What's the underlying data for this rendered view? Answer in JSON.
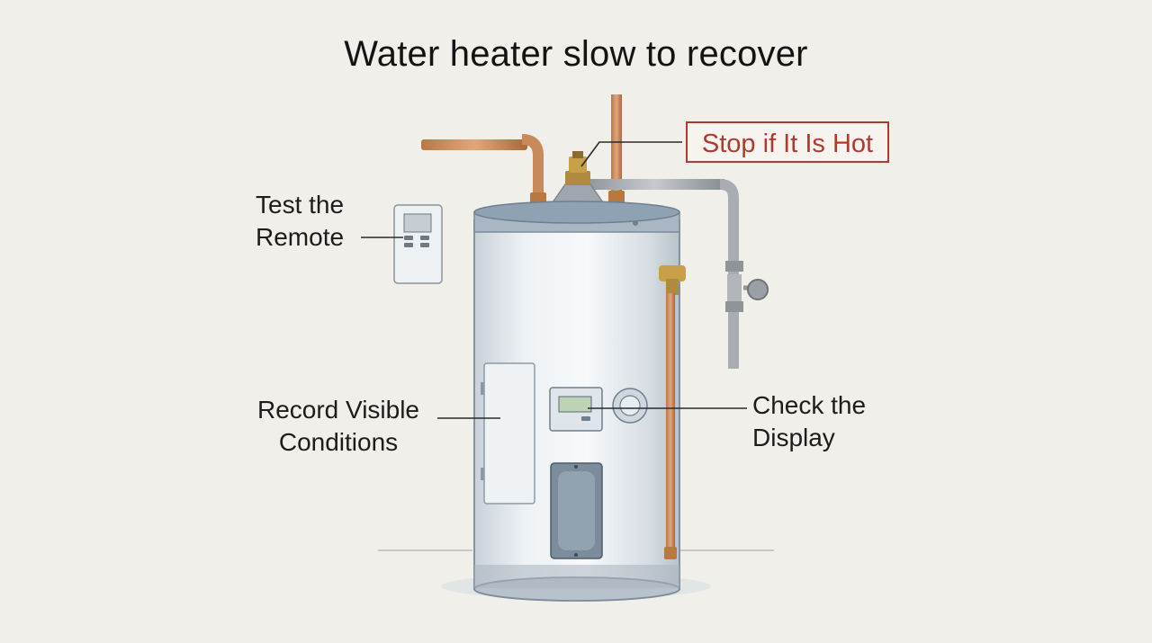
{
  "title": "Water heater slow to recover",
  "callouts": {
    "remote": "Test the\nRemote",
    "record": "Record Visible\nConditions",
    "display": "Check the\nDisplay",
    "warning": "Stop if It Is Hot"
  },
  "colors": {
    "warning": "#b03a2e",
    "tank": "#e4e9ee",
    "copper": "#c98a5a",
    "brass": "#c9a04a",
    "gray_pipe": "#a9adb1"
  }
}
